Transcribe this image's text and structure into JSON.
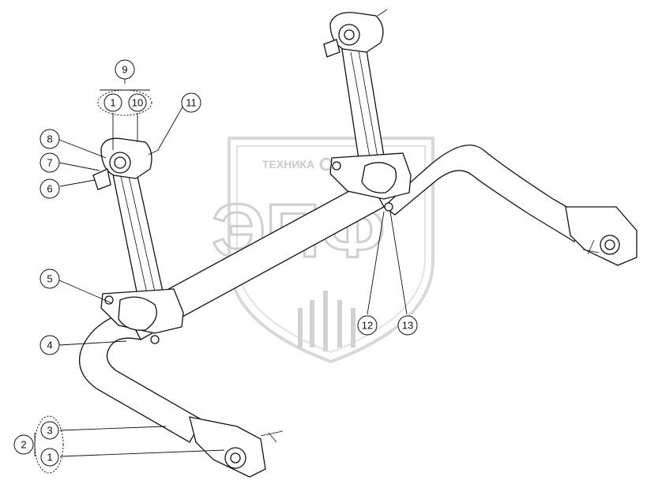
{
  "watermark": {
    "top_text": "ТЕХНИКА",
    "big_text": "ЭПФ",
    "color": "#cfcfcf"
  },
  "callouts": [
    {
      "id": "c9",
      "label": "9"
    },
    {
      "id": "c1a",
      "label": "1"
    },
    {
      "id": "c10",
      "label": "10"
    },
    {
      "id": "c11",
      "label": "11"
    },
    {
      "id": "c8",
      "label": "8"
    },
    {
      "id": "c7",
      "label": "7"
    },
    {
      "id": "c6",
      "label": "6"
    },
    {
      "id": "c5",
      "label": "5"
    },
    {
      "id": "c4",
      "label": "4"
    },
    {
      "id": "c2",
      "label": "2"
    },
    {
      "id": "c3",
      "label": "3"
    },
    {
      "id": "c1b",
      "label": "1"
    },
    {
      "id": "c12",
      "label": "12"
    },
    {
      "id": "c13",
      "label": "13"
    }
  ]
}
